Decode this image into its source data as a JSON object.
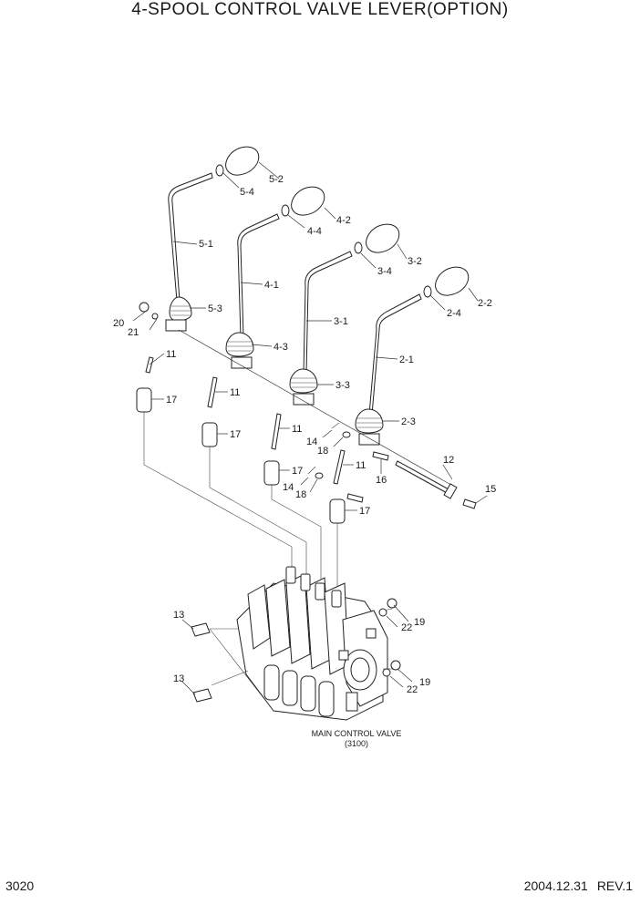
{
  "title": "4-SPOOL CONTROL VALVE LEVER(OPTION)",
  "page_number": "3020",
  "date": "2004.12.31",
  "revision": "REV.1",
  "main_valve": {
    "name": "MAIN CONTROL VALVE",
    "code": "(3100)"
  },
  "callouts": {
    "c5_2": "5-2",
    "c5_4": "5-4",
    "c5_1": "5-1",
    "c5_3": "5-3",
    "c4_2": "4-2",
    "c4_4": "4-4",
    "c4_1": "4-1",
    "c4_3": "4-3",
    "c3_2": "3-2",
    "c3_4": "3-4",
    "c3_1": "3-1",
    "c3_3": "3-3",
    "c2_2": "2-2",
    "c2_4": "2-4",
    "c2_1": "2-1",
    "c2_3": "2-3",
    "c20": "20",
    "c21": "21",
    "c11a": "11",
    "c11b": "11",
    "c11c": "11",
    "c11d": "11",
    "c17a": "17",
    "c17b": "17",
    "c17c": "17",
    "c17d": "17",
    "c14a": "14",
    "c14b": "14",
    "c18a": "18",
    "c18b": "18",
    "c16": "16",
    "c12": "12",
    "c15": "15",
    "c13a": "13",
    "c13b": "13",
    "c22a": "22",
    "c19a": "19",
    "c22b": "22",
    "c19b": "19"
  }
}
